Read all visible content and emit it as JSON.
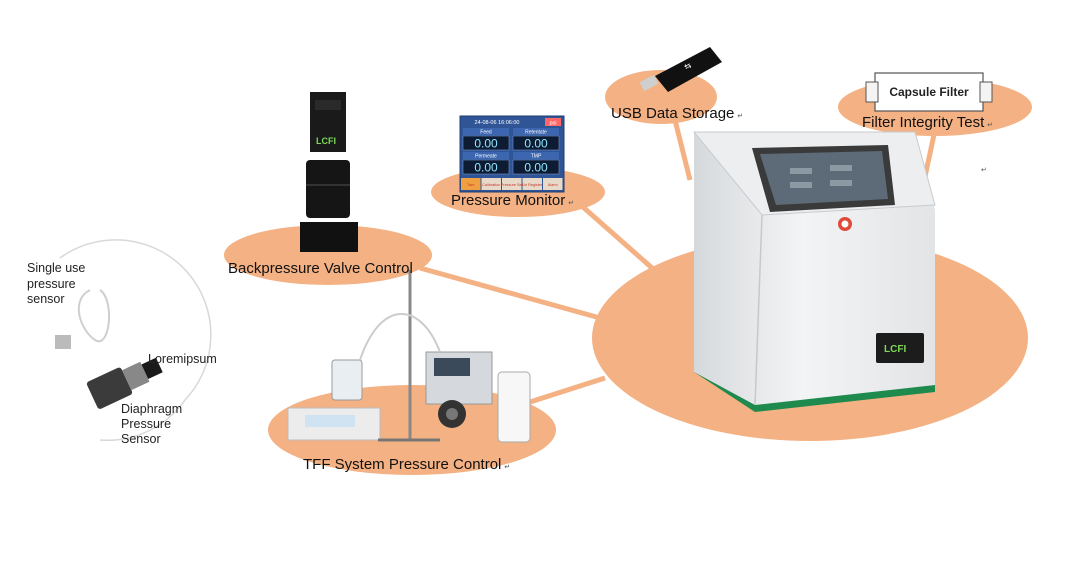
{
  "labels": {
    "usb": "USB Data Storage",
    "filter_integrity": "Filter Integrity Test",
    "pressure_monitor": "Pressure Monitor",
    "backpressure": "Backpressure Valve Control",
    "tff": "TFF System Pressure Control",
    "para_mark": "↵",
    "single_use": [
      "Single use",
      "pressure",
      "sensor"
    ],
    "loremipsum": "Loremipsum",
    "diaphragm": [
      "Diaphragm",
      "Pressure",
      "Sensor"
    ]
  },
  "capsule_filter": {
    "label": "Capsule Filter"
  },
  "monitor_screen": {
    "timestamp": "24-08-06 16:06:00",
    "unit": "psi",
    "cells": [
      {
        "name": "Feed",
        "value": "0.00"
      },
      {
        "name": "Retentate",
        "value": "0.00"
      },
      {
        "name": "Permeate",
        "value": "0.00"
      },
      {
        "name": "TMP",
        "value": "0.00"
      }
    ],
    "buttons": [
      "Tare",
      "Calibration",
      "Pressure Set",
      "Un Register",
      "Alarm"
    ]
  },
  "valve_logo": "LCFI",
  "colors": {
    "ellipse": "#F4B183",
    "connector": "#F4B183",
    "device_body": "#e6e8ea",
    "device_base": "#1e8a4e",
    "screen_bg": "#2f5597"
  }
}
